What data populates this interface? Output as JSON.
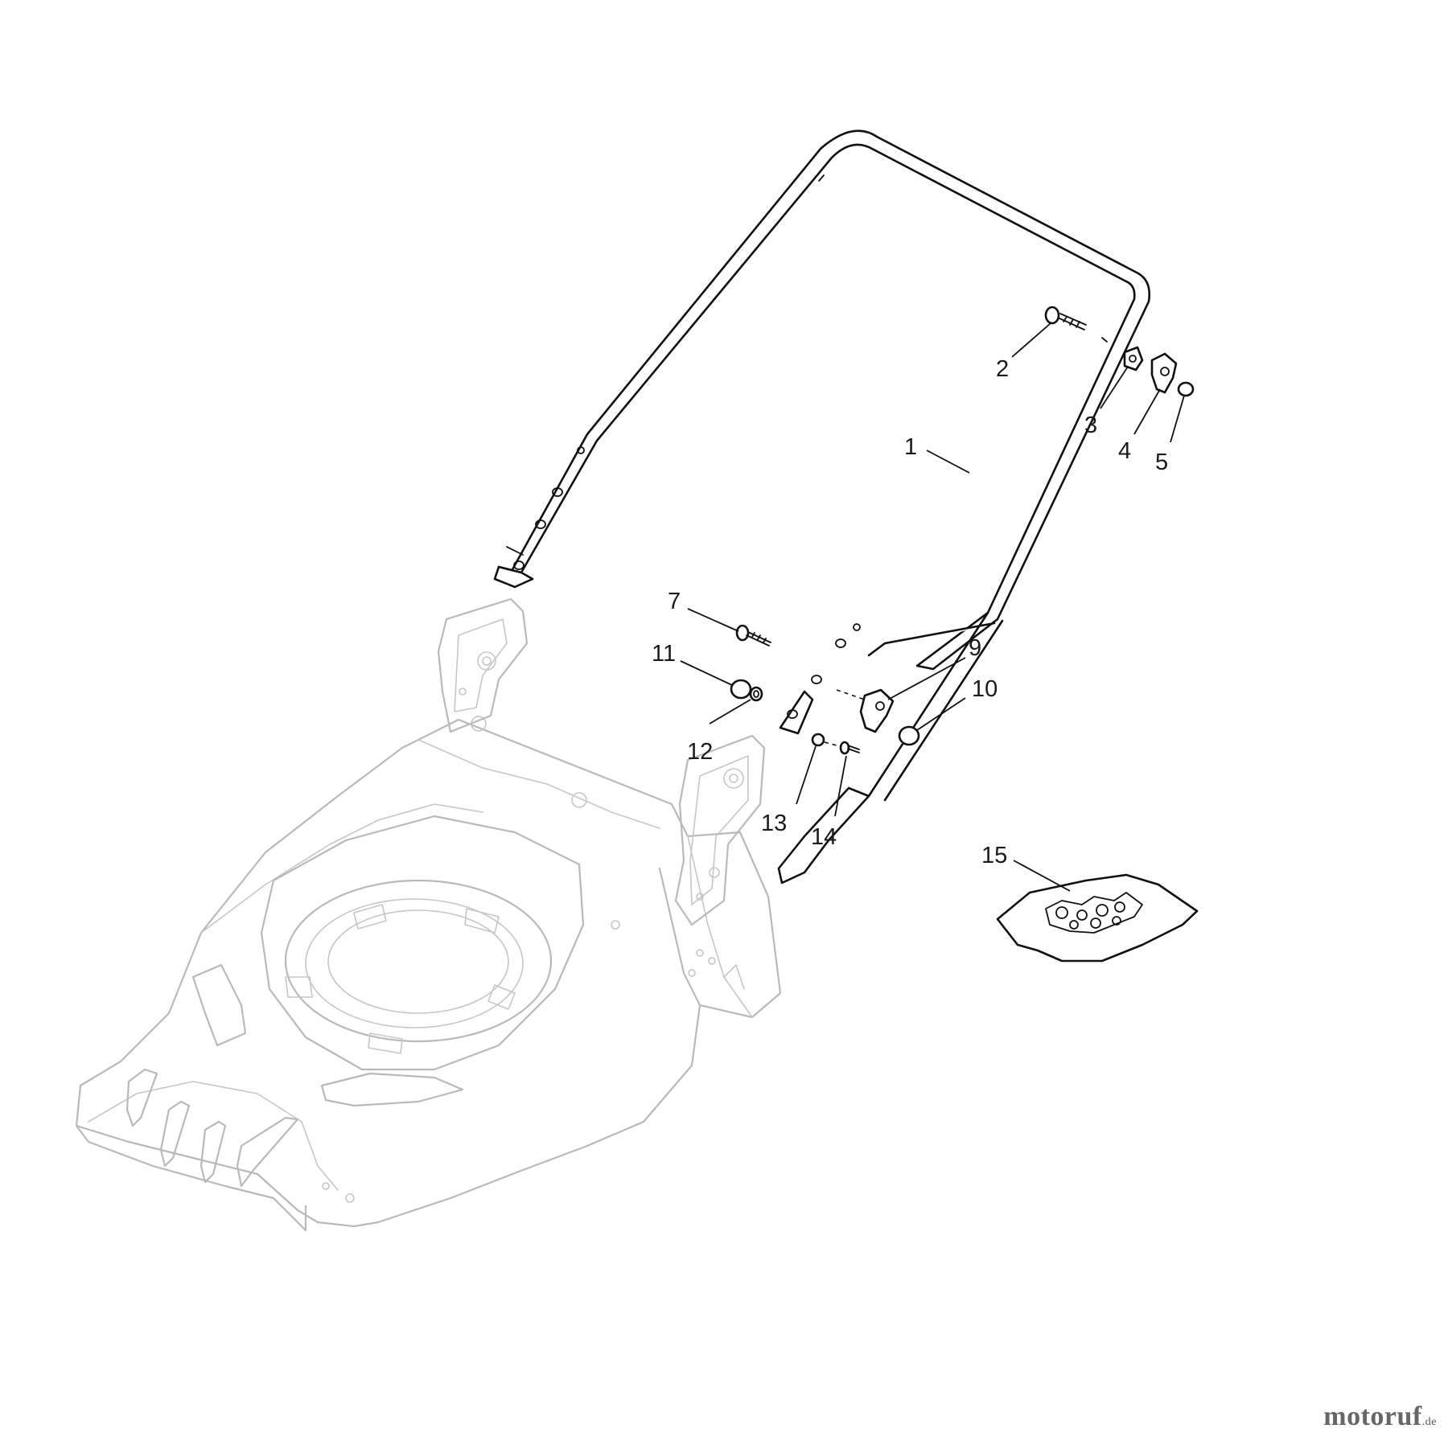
{
  "callouts": {
    "c1": "1",
    "c2": "2",
    "c3": "3",
    "c4": "4",
    "c5": "5",
    "c7": "7",
    "c9": "9",
    "c10": "10",
    "c11": "11",
    "c12": "12",
    "c13": "13",
    "c14": "14",
    "c15": "15"
  },
  "watermark": {
    "brand_a": "motor",
    "brand_b": "u",
    "brand_c": "f",
    "tld": ".de"
  },
  "colors": {
    "line_art": "#111111",
    "deck_outline": "#b9b9b9",
    "watermark": "#666666"
  }
}
